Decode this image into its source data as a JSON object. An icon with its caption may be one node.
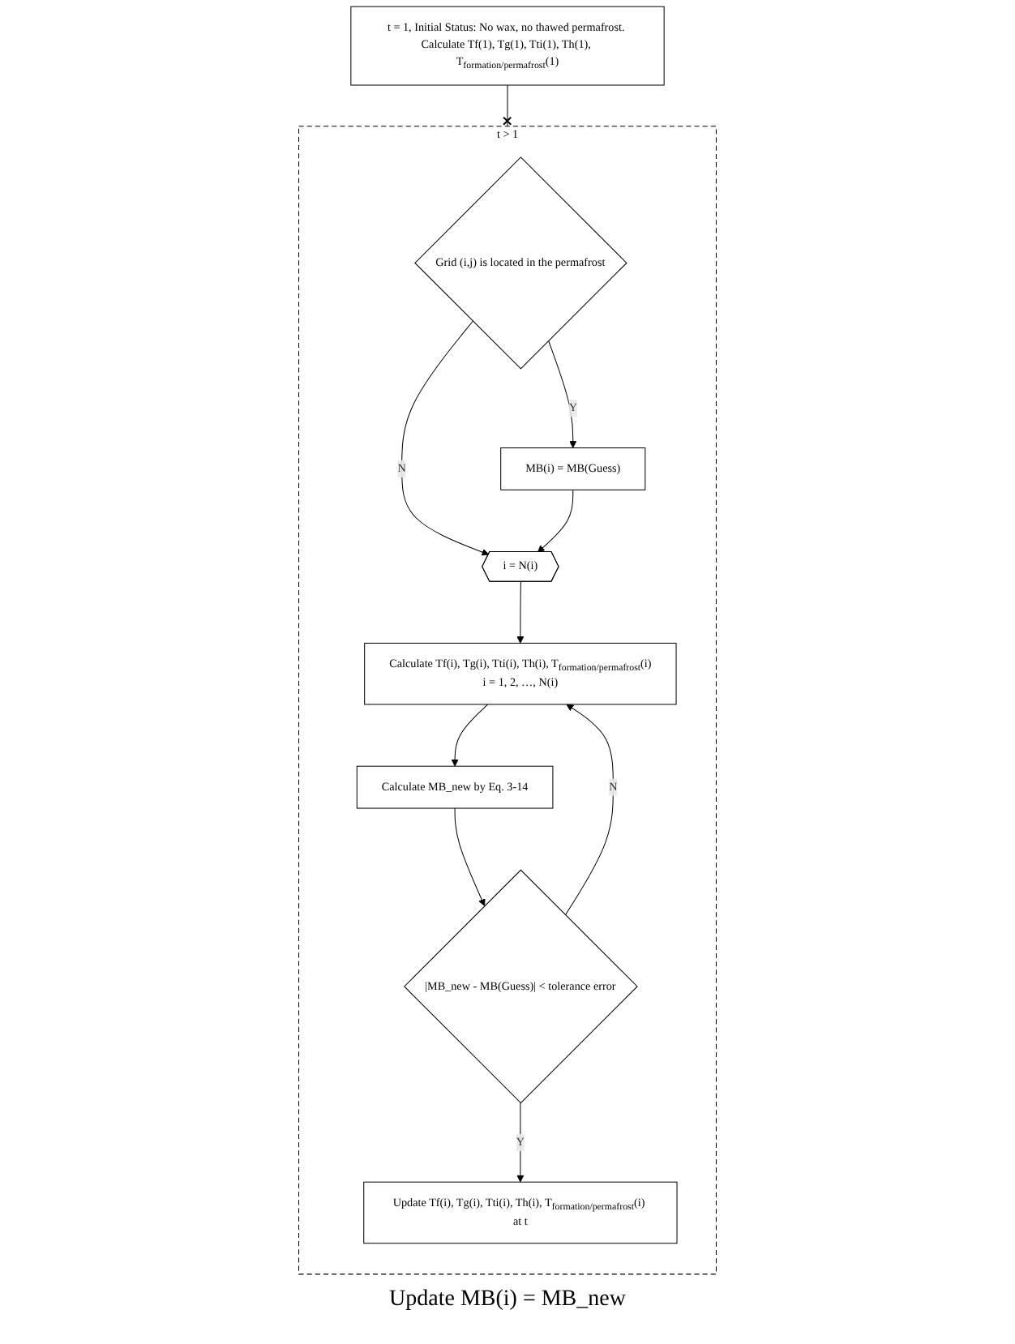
{
  "diagram": {
    "nodes": [
      {
        "text": [
          "t = 1, Initial Status: No wax, no thawed permafrost. Calculate Tf(1), Tg(1), Tti(1), Th(1), T$_{formation/permafrost}$(1)"
        ]
      },
      {
        "text": [
          "t > 1"
        ]
      },
      {
        "text": [
          "Grid (i,j) is located in the permafrost"
        ],
        "in": 1
      },
      {
        "text": [
          "MB(i) = MB(Guess)"
        ],
        "in": 1
      },
      {
        "text": [
          "i = N(i)"
        ],
        "in": 1
      },
      {
        "text": [
          "Calculate Tf(i), Tg(i), Tti(i), Th(i), T$_{formation/permafrost}$(i)",
          "i = 1, 2, …, N(i)"
        ],
        "in": 1
      },
      {
        "text": [
          "Calculate MB_new by Eq. 3-14"
        ],
        "in": 1
      },
      {
        "text": [
          "|MB_new - MB(Guess)| < tolerance error"
        ],
        "in": 1
      },
      {
        "text": [
          "Update Tf(i), Tg(i), Tti(i), Th(i), T$_{formation/permafrost}$(i) at t"
        ],
        "in": 1
      }
    ],
    "edges": [
      {
        "from": 0,
        "to": 1,
        "arrow": "other"
      },
      {
        "from": 2,
        "to": 3,
        "arrow": "to",
        "label": "Y"
      },
      {
        "from": 2,
        "to": 4,
        "arrow": "to",
        "label": "N"
      },
      {
        "from": 3,
        "to": 4,
        "arrow": "to"
      },
      {
        "from": 4,
        "to": 5,
        "arrow": "to"
      },
      {
        "from": 5,
        "to": 6,
        "arrow": "to"
      },
      {
        "from": 6,
        "to": 7,
        "arrow": "to"
      },
      {
        "from": 7,
        "to": 5,
        "arrow": "to",
        "label": "N"
      },
      {
        "from": 7,
        "to": 8,
        "arrow": "to",
        "label": "Y"
      }
    ],
    "labels": [
      "Update MB(i) = MB_new"
    ]
  }
}
